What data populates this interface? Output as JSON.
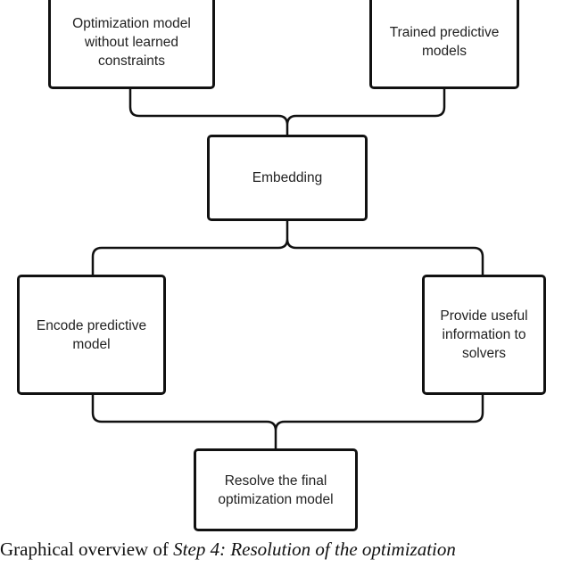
{
  "nodes": {
    "optimization_model": "Optimization model\nwithout learned\nconstraints",
    "trained_models": "Trained predictive\nmodels",
    "embedding": "Embedding",
    "encode_model": "Encode predictive\nmodel",
    "provide_info": "Provide useful\ninformation to\nsolvers",
    "resolve": "Resolve the final\noptimization model"
  },
  "caption": {
    "prefix": "Graphical overview of ",
    "step": "Step 4: Resolution of the optimization"
  }
}
